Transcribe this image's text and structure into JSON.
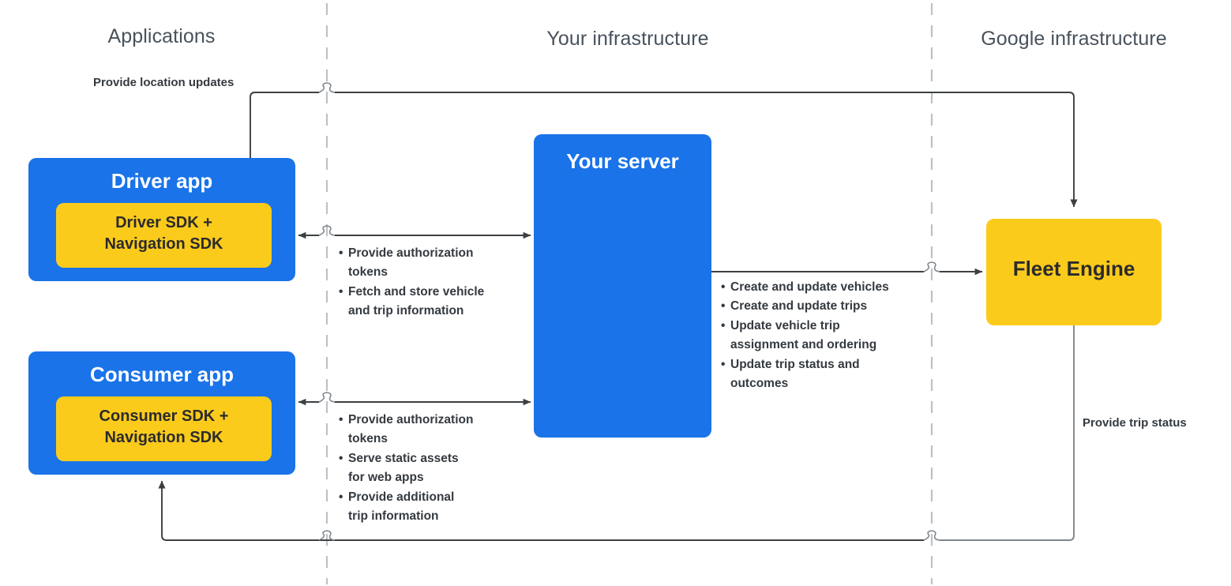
{
  "lanes": [
    {
      "id": "applications",
      "label": "Applications"
    },
    {
      "id": "your-infrastructure",
      "label": "Your infrastructure"
    },
    {
      "id": "google-infrastructure",
      "label": "Google infrastructure"
    }
  ],
  "nodes": {
    "driver_app": {
      "label": "Driver app",
      "inner_label": "Driver SDK +\nNavigation SDK",
      "inner_line1": "Driver SDK +",
      "inner_line2": "Navigation SDK"
    },
    "consumer_app": {
      "label": "Consumer app",
      "inner_line1": "Consumer SDK +",
      "inner_line2": "Navigation SDK"
    },
    "your_server": {
      "label": "Your server"
    },
    "fleet_engine": {
      "label": "Fleet Engine"
    }
  },
  "edges": {
    "location_updates": {
      "label": "Provide location updates"
    },
    "trip_status": {
      "label": "Provide trip status"
    },
    "driver_to_server": {
      "bullets": [
        "Provide authorization tokens",
        "Fetch and store vehicle and trip information"
      ],
      "lines": [
        "Provide authorization",
        "tokens",
        "Fetch and store vehicle",
        "and trip information"
      ]
    },
    "consumer_to_server": {
      "bullets": [
        "Provide authorization tokens",
        "Serve static assets for web apps",
        "Provide additional trip information"
      ],
      "lines": [
        "Provide authorization",
        "tokens",
        "Serve static assets",
        "for web apps",
        "Provide additional",
        "trip information"
      ]
    },
    "server_to_fleet_engine": {
      "bullets": [
        "Create and update vehicles",
        "Create and update trips",
        "Update vehicle trip assignment and ordering",
        "Update trip status and outcomes"
      ],
      "lines": [
        "Create and update vehicles",
        "Create and update trips",
        "Update vehicle trip",
        "assignment and ordering",
        "Update trip status and",
        "outcomes"
      ]
    }
  },
  "colors": {
    "blue": "#1a73e8",
    "yellow": "#fbcb1c",
    "text_dark": "#343a40",
    "lane_title": "#48525c",
    "wire": "#3c4043",
    "wire_light": "#80868b",
    "divider": "#bdc1c6"
  }
}
